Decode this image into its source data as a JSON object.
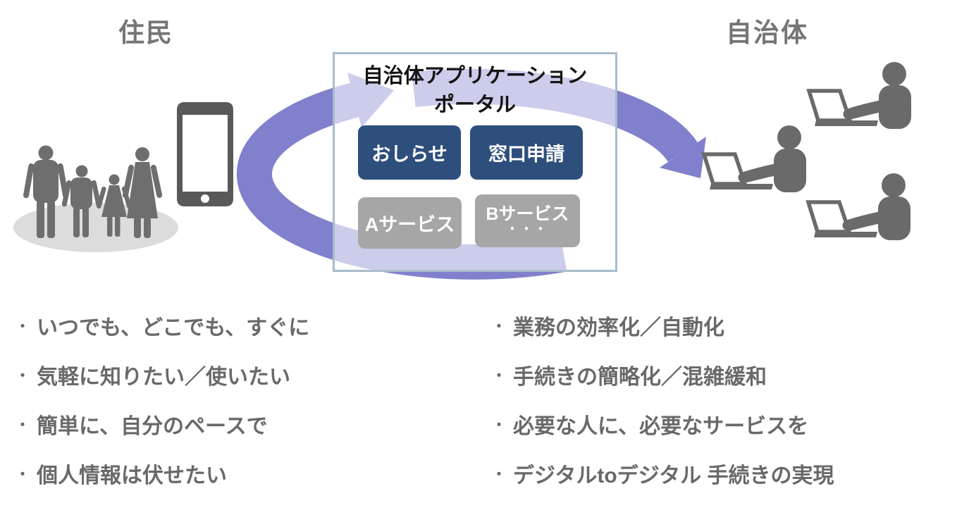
{
  "diagram": {
    "left_zone": {
      "label": "住民"
    },
    "right_zone": {
      "label": "自治体"
    },
    "portal": {
      "title_line1": "自治体アプリケーション",
      "title_line2": "ポータル",
      "apps": [
        {
          "label": "おしらせ"
        },
        {
          "label": "窓口申請"
        },
        {
          "label": "Aサービス"
        },
        {
          "label": "Bサービス",
          "sublabel": "・・・"
        }
      ]
    },
    "bullet_char": "・",
    "resident_points": [
      "いつでも、どこでも、すぐに",
      "気軽に知りたい／使いたい",
      "簡単に、自分のペースで",
      "個人情報は伏せたい"
    ],
    "government_points": [
      "業務の効率化／自動化",
      "手続きの簡略化／混雑緩和",
      "必要な人に、必要なサービスを",
      "デジタルtoデジタル 手続きの実現"
    ],
    "icons": {
      "family": "family-silhouette-icon",
      "smartphone": "smartphone-icon",
      "worker": "person-at-laptop-icon",
      "cycle": "cycle-arrows-icon"
    },
    "colors": {
      "arrow": "#8080CC",
      "portal_border": "#A9BCCB",
      "app_primary_bg": "#2E4E7C",
      "app_secondary_bg": "#A6A6A6",
      "app_text": "#FFFFFF",
      "zone_label_text": "#757575",
      "point_text": "#696969",
      "portal_title_text": "#141414",
      "icon_gray": "#6A6A6A",
      "phone_gray": "#595959",
      "shadow_gray": "#DCDCDC"
    }
  }
}
